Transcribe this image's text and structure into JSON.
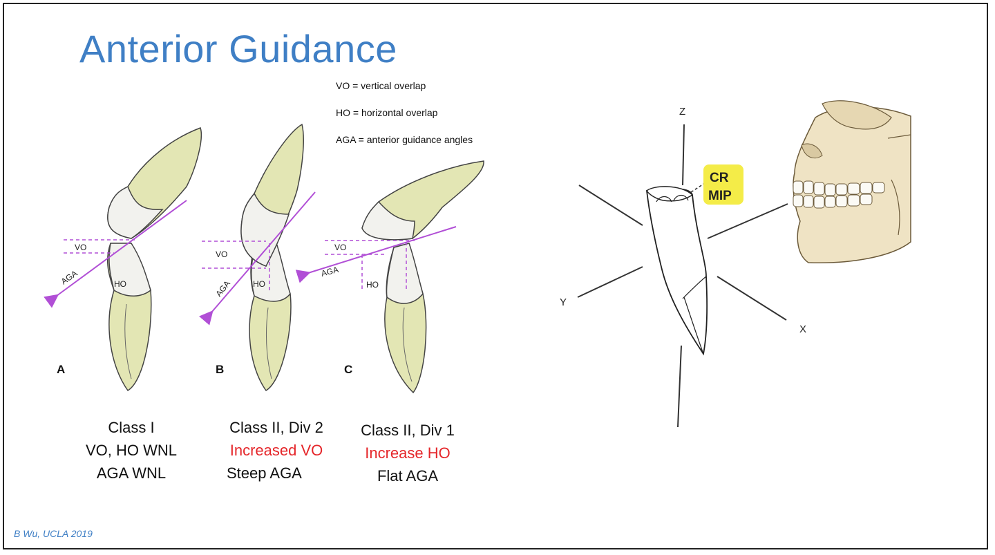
{
  "slide": {
    "title": "Anterior Guidance",
    "legend": [
      "VO = vertical overlap",
      "HO = horizontal overlap",
      "AGA = anterior guidance angles"
    ],
    "footer": "B Wu, UCLA 2019"
  },
  "panels": [
    {
      "letter": "A",
      "vo_label": "VO",
      "ho_label": "HO",
      "aga_label": "AGA",
      "caption": [
        "Class I",
        "VO, HO WNL",
        "AGA WNL"
      ]
    },
    {
      "letter": "B",
      "vo_label": "VO",
      "ho_label": "HO",
      "aga_label": "AGA",
      "caption": [
        "Class II, Div 2",
        "Increased VO",
        "Steep AGA"
      ]
    },
    {
      "letter": "C",
      "vo_label": "VO",
      "ho_label": "HO",
      "aga_label": "AGA",
      "caption": [
        "Class II, Div 1",
        "Increase HO",
        "Flat AGA"
      ]
    }
  ],
  "axes_diagram": {
    "z_label": "Z",
    "y_label": "Y",
    "x_label": "X",
    "callout": [
      "CR",
      "MIP"
    ]
  },
  "colors": {
    "title": "#3f7fc5",
    "emphasis": "#e5262a",
    "tooth_fill": "#e3e6b4",
    "enamel_fill": "#f2f2ee",
    "guide_line": "#b14fd6",
    "callout_bg": "#f4ec48",
    "skull_fill": "#efe3c4"
  },
  "icons": [
    "maxillary-incisor-icon",
    "mandibular-incisor-icon",
    "skull-icon",
    "incisor-axes-icon"
  ]
}
